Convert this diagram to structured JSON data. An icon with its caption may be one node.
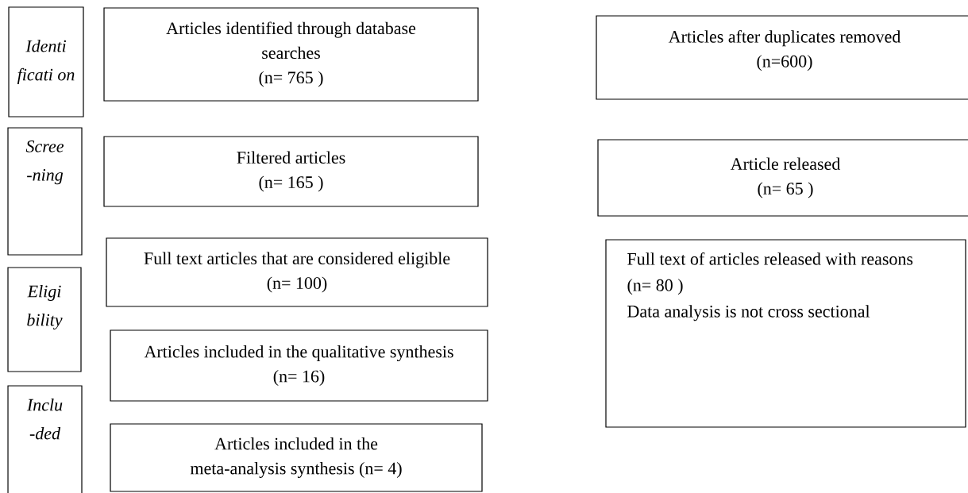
{
  "diagram": {
    "nodes": [
      {
        "text": [
          "Identi ficati on"
        ]
      },
      {
        "text": [
          "Articles identified through database searches",
          "(n= 765 )"
        ]
      },
      {
        "text": [
          "Articles after duplicates removed",
          "(n=600)"
        ]
      },
      {
        "text": [
          "Scree -ning"
        ]
      },
      {
        "text": [
          "Filtered articles",
          "(n= 165 )"
        ]
      },
      {
        "text": [
          "Article released",
          "(n= 65 )"
        ]
      },
      {
        "text": [
          "Full text articles that are considered eligible (n= 100)"
        ]
      },
      {
        "text": [
          "Full text of articles released with reasons",
          "(n= 80 )",
          "Data analysis is not cross sectional"
        ]
      },
      {
        "text": [
          "Eligi bility"
        ]
      },
      {
        "text": [
          "Articles included in the qualitative synthesis (n= 16)"
        ]
      },
      {
        "text": [
          "Inclu -ded"
        ]
      },
      {
        "text": [
          "Articles included in the meta-analysis synthesis (n= 4)"
        ]
      }
    ]
  }
}
